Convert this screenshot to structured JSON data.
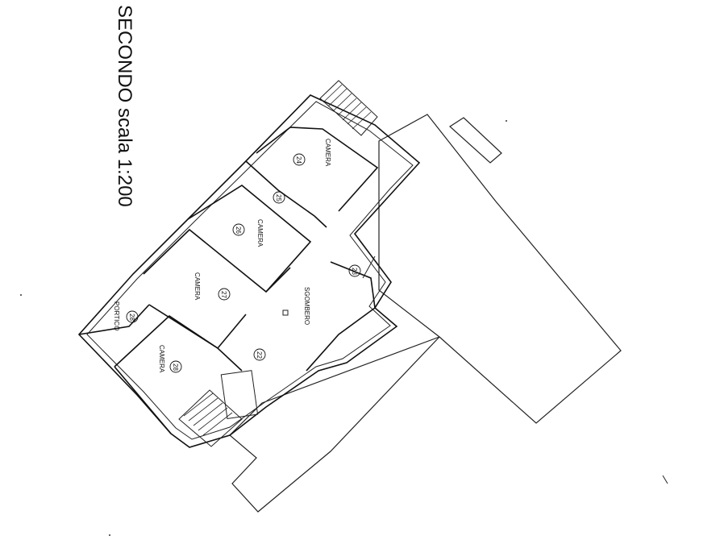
{
  "title": "SECONDO  scala 1:200",
  "rooms": [
    {
      "label": "CAMERA",
      "number": "24"
    },
    {
      "label": "",
      "number": "25"
    },
    {
      "label": "CAMERA",
      "number": "26"
    },
    {
      "label": "CAMERA",
      "number": "27"
    },
    {
      "label": "PORTICO",
      "number": "28"
    },
    {
      "label": "CAMERA",
      "number": "28"
    },
    {
      "label": "SGOMBERO",
      "number": "22"
    },
    {
      "label": "",
      "number": "23"
    }
  ]
}
